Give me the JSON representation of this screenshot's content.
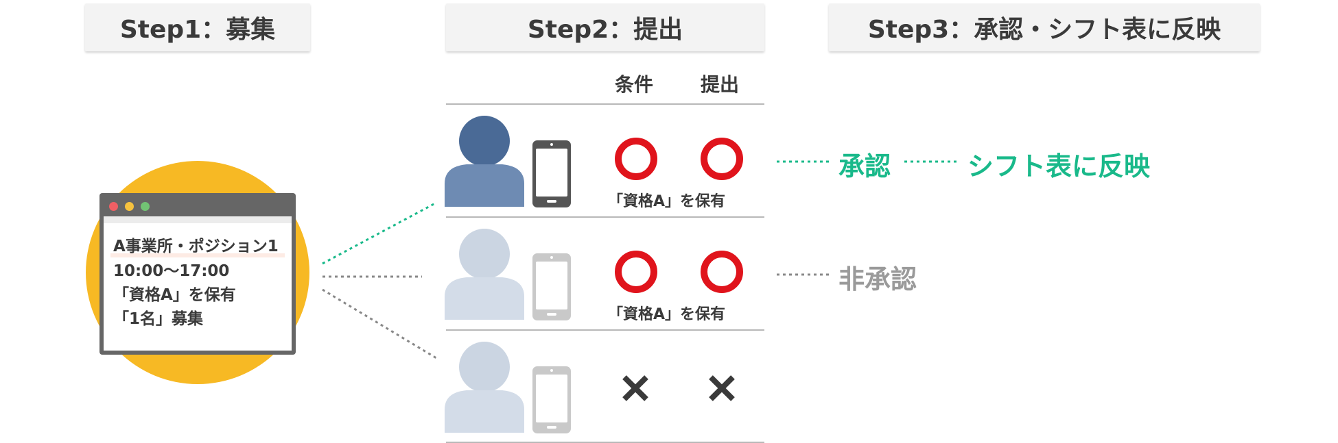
{
  "steps": {
    "step1": "Step1：募集",
    "step2": "Step2：提出",
    "step3": "Step3：承認・シフト表に反映"
  },
  "columns": {
    "condition": "条件",
    "submit": "提出"
  },
  "posting": {
    "line1": "A事業所・ポジション1",
    "line2": "10:00〜17:00",
    "line3": "「資格A」を保有",
    "line4": "「1名」募集"
  },
  "rows": [
    {
      "condition_mark": "circle",
      "submit_mark": "circle",
      "condition_note": "「資格A」を保有",
      "result": "承認",
      "result2": "シフト表に反映",
      "active": true
    },
    {
      "condition_mark": "circle",
      "submit_mark": "circle",
      "condition_note": "「資格A」を保有",
      "result": "非承認",
      "active": false
    },
    {
      "condition_mark": "cross",
      "submit_mark": "cross",
      "condition_note": "",
      "result": "",
      "active": false
    }
  ],
  "colors": {
    "accent_green": "#19b98a",
    "gray_text": "#9a9a9a",
    "active_person": "#4a6a96",
    "inactive_person": "#cbd5e2",
    "yellow_circle": "#f7b924",
    "red_mark": "#e0141c",
    "cross_mark": "#3a3a3a",
    "dot_red": "#ee5f64",
    "dot_yellow": "#f6c23e",
    "dot_green": "#72c374"
  },
  "icons": [
    "person-icon",
    "smartphone-icon",
    "circle-mark-icon",
    "cross-mark-icon",
    "browser-window-icon"
  ]
}
